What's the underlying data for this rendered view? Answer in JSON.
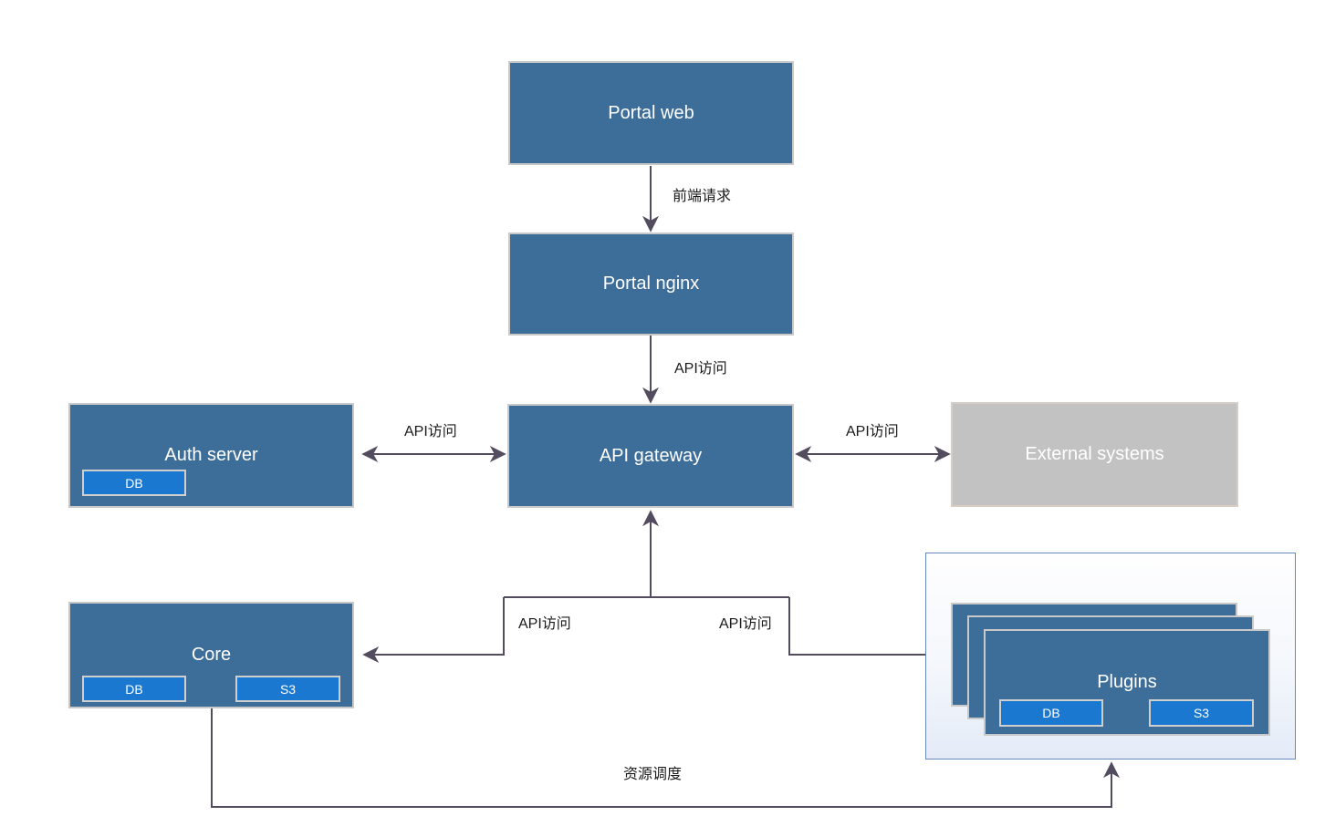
{
  "diagram": {
    "nodes": {
      "portal_web": {
        "label": "Portal web"
      },
      "portal_nginx": {
        "label": "Portal nginx"
      },
      "api_gateway": {
        "label": "API gateway"
      },
      "auth_server": {
        "label": "Auth server",
        "db": "DB"
      },
      "external_systems": {
        "label": "External systems"
      },
      "core": {
        "label": "Core",
        "db": "DB",
        "s3": "S3"
      },
      "plugins": {
        "label": "Plugins",
        "db": "DB",
        "s3": "S3"
      }
    },
    "edges": {
      "frontend_request": "前端请求",
      "api_access": "API访问",
      "resource_scheduling": "资源调度"
    },
    "colors": {
      "node_fill": "#3d6d99",
      "node_border": "#c9c9c9",
      "badge_fill": "#1b78d0",
      "external_fill": "#c2c2c2",
      "plugins_container_border": "#6789bd",
      "plugins_container_fill": "#eef3fa",
      "arrow": "#524c5e",
      "box_text": "#ffffff",
      "edge_label_text": "#1a1a1a"
    }
  }
}
